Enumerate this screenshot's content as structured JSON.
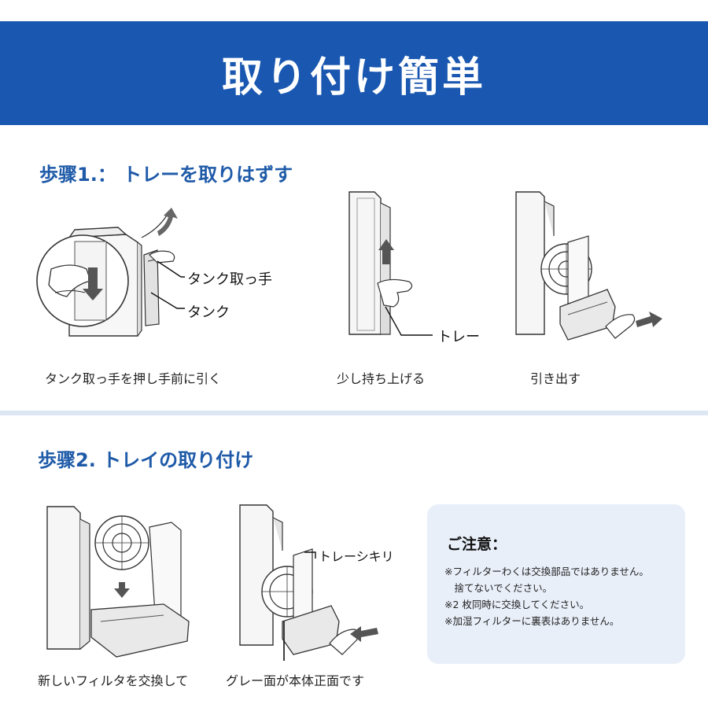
{
  "banner": {
    "title": "取り付け簡単"
  },
  "step1": {
    "title": "歩骤1.： トレーを取りはずす",
    "callouts": {
      "tank_handle": "タンク取っ手",
      "tank": "タンク",
      "tray": "トレー"
    },
    "captions": [
      "タンク取っ手を押し手前に引く",
      "少し持ち上げる",
      "引き出す"
    ]
  },
  "step2": {
    "title": "歩骤2. トレイの取り付け",
    "callouts": {
      "tray_divider": "トレーシキリ"
    },
    "captions": [
      "新しいフィルタを交換して",
      "グレー面が本体正面です"
    ]
  },
  "notes": {
    "title": "ご注意：",
    "lines": [
      "※フィルターわくは交換部品ではありません。",
      "　捨てないでください。",
      "※2 枚同時に交換してください。",
      "※加湿フィルターに裏表はありません。"
    ]
  },
  "colors": {
    "banner": "#1957b0",
    "step_title": "#1e5aa8",
    "divider": "#dde7f3",
    "note_bg": "#e9eff9"
  }
}
